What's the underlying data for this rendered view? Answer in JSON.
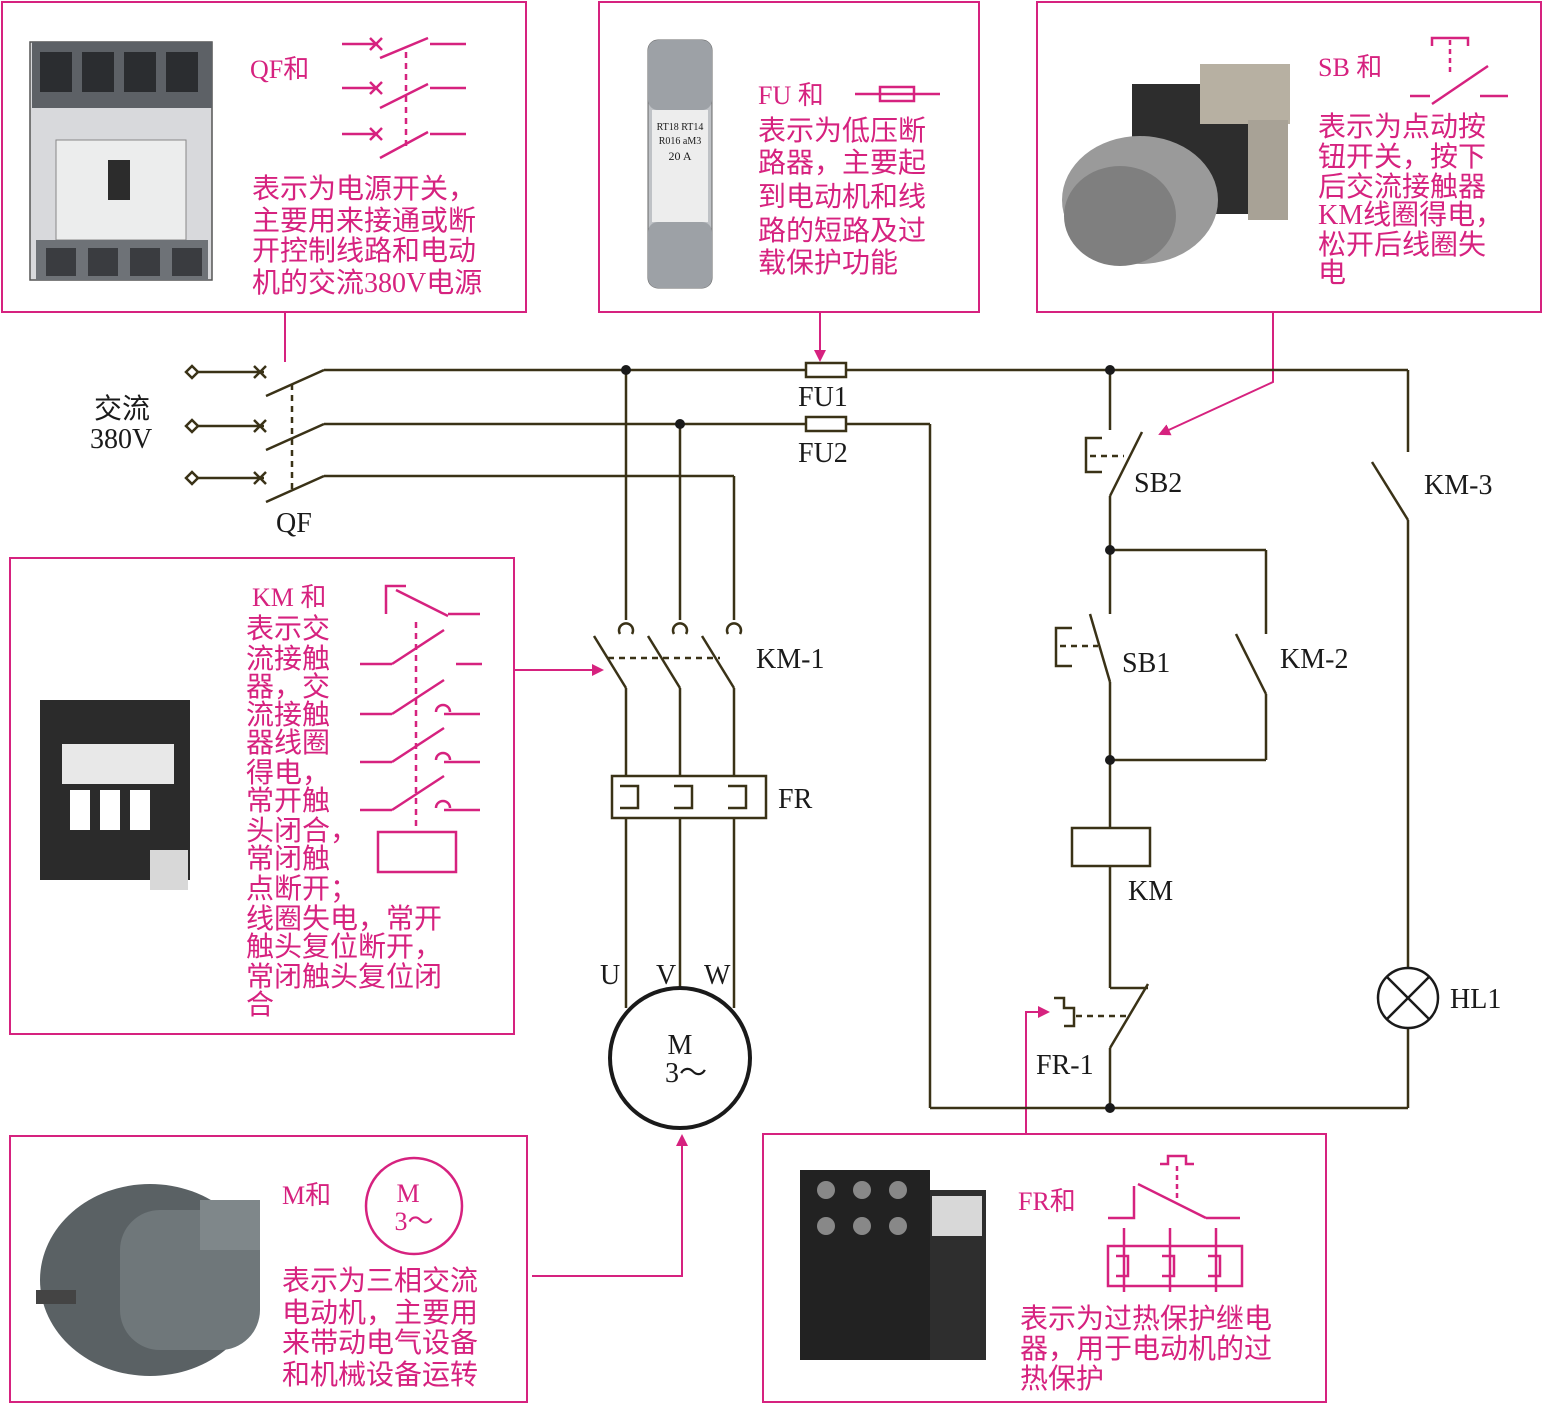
{
  "colors": {
    "accent": "#d6227f",
    "wire": "#3a3217",
    "text": "#1a1a1a"
  },
  "boxes": {
    "qf": {
      "title": "QF和",
      "lines": [
        "表示为电源开关，",
        "主要用来接通或断",
        "开控制线路和电动",
        "机的交流380V电源"
      ]
    },
    "fu": {
      "title": "FU 和",
      "lines": [
        "表示为低压断",
        "路器，主要起",
        "到电动机和线",
        "路的短路及过",
        "载保护功能"
      ],
      "photo_text": [
        "RT18 RT14",
        "R016 aM3",
        "20 A"
      ]
    },
    "sb": {
      "title": "SB 和",
      "lines": [
        "表示为点动按",
        "钮开关，按下",
        "后交流接触器",
        "KM线圈得电，",
        "松开后线圈失",
        "电"
      ]
    },
    "km": {
      "title": "KM 和",
      "lines": [
        "表示交",
        "流接触",
        "器，交",
        "流接触",
        "器线圈",
        "得电，",
        "常开触",
        "头闭合，",
        "常闭触",
        "点断开；",
        "线圈失电，常开",
        "触头复位断开，",
        "常闭触头复位闭",
        "合"
      ]
    },
    "m": {
      "title": "M和",
      "symbol_top": "M",
      "symbol_bottom": "3～",
      "lines": [
        "表示为三相交流",
        "电动机，主要用",
        "来带动电气设备",
        "和机械设备运转"
      ]
    },
    "fr": {
      "title": "FR和",
      "lines": [
        "表示为过热保护继电",
        "器，用于电动机的过",
        "热保护"
      ]
    }
  },
  "labels": {
    "source_line1": "交流",
    "source_line2": "380V",
    "qf": "QF",
    "fu1": "FU1",
    "fu2": "FU2",
    "km1": "KM-1",
    "fr": "FR",
    "u": "U",
    "v": "V",
    "w": "W",
    "motor_top": "M",
    "motor_bottom": "3～",
    "sb2": "SB2",
    "sb1": "SB1",
    "km2": "KM-2",
    "km3": "KM-3",
    "km_coil": "KM",
    "fr1": "FR-1",
    "hl1": "HL1"
  }
}
